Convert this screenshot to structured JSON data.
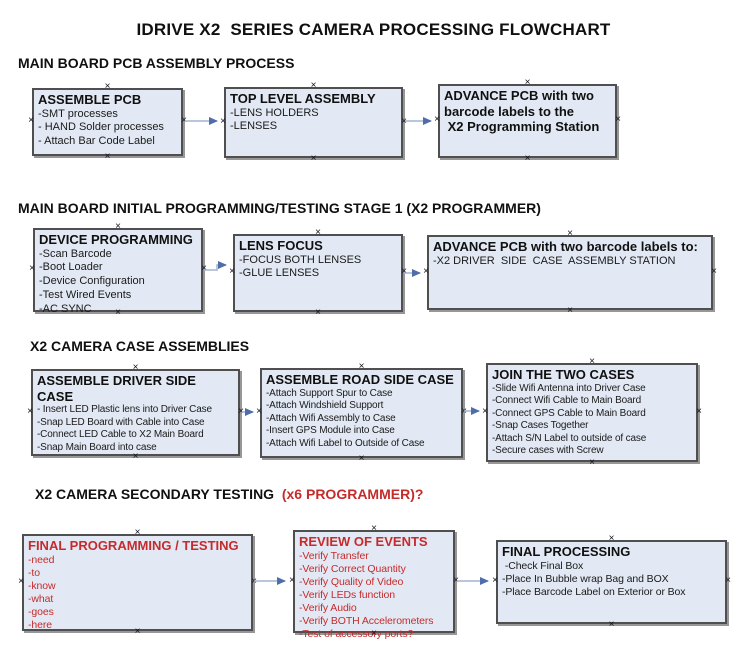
{
  "title": "IDRIVE X2  SERIES CAMERA PROCESSING FLOWCHART",
  "colors": {
    "box_fill": "#e3e9f4",
    "box_border": "#4f4f4f",
    "arrow_line": "#a4b3d0",
    "arrow_head": "#4f6cab",
    "accent_red": "#c52b2b"
  },
  "sections": [
    {
      "header": "MAIN BOARD PCB ASSEMBLY PROCESS",
      "boxes": [
        {
          "title": "ASSEMBLE PCB",
          "items": [
            "-SMT processes",
            "- HAND Solder processes",
            "- Attach Bar Code Label"
          ]
        },
        {
          "title": "TOP LEVEL ASSEMBLY",
          "items": [
            "-LENS HOLDERS",
            "-LENSES"
          ]
        },
        {
          "title": "ADVANCE PCB with two\nbarcode labels to the\n X2 Programming Station",
          "items": []
        }
      ]
    },
    {
      "header": "MAIN BOARD INITIAL PROGRAMMING/TESTING STAGE 1 (X2 PROGRAMMER)",
      "boxes": [
        {
          "title": "DEVICE PROGRAMMING",
          "items": [
            "-Scan Barcode",
            "-Boot Loader",
            "-Device Configuration",
            "-Test Wired Events",
            "-AC SYNC"
          ]
        },
        {
          "title": "LENS FOCUS",
          "items": [
            "-FOCUS BOTH LENSES",
            "-GLUE LENSES"
          ]
        },
        {
          "title": "ADVANCE PCB with two barcode labels to:",
          "items": [
            "-X2 DRIVER  SIDE  CASE  ASSEMBLY STATION"
          ]
        }
      ]
    },
    {
      "header": "X2 CAMERA CASE ASSEMBLIES",
      "boxes": [
        {
          "title": "ASSEMBLE DRIVER SIDE CASE",
          "items": [
            "- Insert LED Plastic lens into Driver Case",
            "-Snap LED Board with Cable into Case",
            "-Connect LED Cable to X2 Main Board",
            "-Snap Main Board into case"
          ]
        },
        {
          "title": "ASSEMBLE ROAD SIDE CASE",
          "items": [
            "-Attach Support Spur to Case",
            "-Attach Windshield Support",
            "-Attach Wifi Assembly to Case",
            "-Insert GPS Module into Case",
            "-Attach Wifi Label to Outside of Case"
          ]
        },
        {
          "title": "JOIN THE TWO CASES",
          "items": [
            "-Slide Wifi Antenna into Driver Case",
            "-Connect Wifi Cable to Main Board",
            "-Connect GPS Cable to Main Board",
            "-Snap Cases Together",
            "-Attach S/N Label to outside of case",
            "-Secure cases with Screw"
          ]
        }
      ]
    },
    {
      "header": "X2 CAMERA SECONDARY TESTING",
      "header_red": "  (x6 PROGRAMMER)?",
      "boxes": [
        {
          "title": "FINAL PROGRAMMING / TESTING",
          "items": [
            "-need",
            "-to",
            "-know",
            "-what",
            "-goes",
            "-here"
          ]
        },
        {
          "title": "REVIEW OF EVENTS",
          "items": [
            "-Verify Transfer",
            "-Verify Correct Quantity",
            "-Verify Quality of Video",
            "-Verify LEDs function",
            "-Verify Audio",
            "-Verify BOTH Accelerometers",
            "-Test of accessory ports?"
          ]
        },
        {
          "title": "FINAL PROCESSING",
          "items": [
            " -Check Final Box",
            "-Place In Bubble wrap Bag and BOX",
            "-Place Barcode Label on Exterior or Box"
          ]
        }
      ]
    }
  ]
}
